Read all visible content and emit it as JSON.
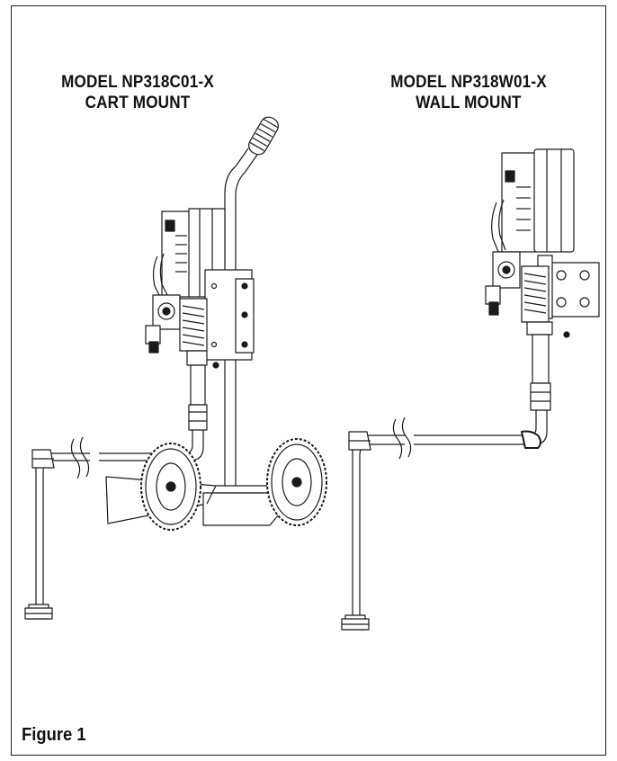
{
  "models": [
    {
      "model": "MODEL NP318C01-X",
      "mount": "CART MOUNT"
    },
    {
      "model": "MODEL NP318W01-X",
      "mount": "WALL MOUNT"
    }
  ],
  "figure_label": "Figure 1"
}
